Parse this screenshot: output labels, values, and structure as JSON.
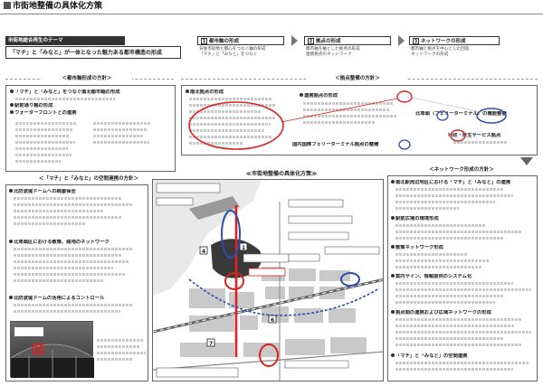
{
  "page": {
    "title": "市街地整備の具体化方策"
  },
  "theme": {
    "label": "市街地総合再生のテーマ",
    "text": "「マチ」と「みなと」が一体となった魅力ある都市構造の形成"
  },
  "steps": [
    {
      "num": "1",
      "label": "都市軸の形成",
      "desc": [
        "背後市街地と都心をつなぐ軸の形成",
        "「マチ」と「みなと」をつなぐ"
      ]
    },
    {
      "num": "2",
      "label": "拠点の形成",
      "desc": [
        "都市軸を軸とした拠点の形成",
        "連携拠点のネットワーク"
      ]
    },
    {
      "num": "3",
      "label": "ネットワークの形成",
      "desc": [
        "都市軸と拠点を中心とした回遊",
        "ネットワークの形成"
      ]
    }
  ],
  "sections": {
    "axis_policy": "＜都市軸形成の方針＞",
    "node_policy": "＜拠点整備の方針＞",
    "space_policy": "＜「マチ」と「みなと」の空間連携の方針＞",
    "network_policy": "＜ネットワーク形成の方針＞",
    "map_title": "≪市街地整備の具体化方策≫"
  },
  "axis_items": [
    {
      "text": "「マチ」と「みなと」をつなぐ南北都市軸の形成"
    },
    {
      "text": "駅前通り軸の形成"
    },
    {
      "text": "ウォーターフロントとの連携"
    }
  ],
  "node_items": [
    {
      "text": "南北拠点の形成"
    },
    {
      "text": "連携拠点の形成"
    },
    {
      "text": "北埠頭（フェリーターミナル）の機能整備"
    },
    {
      "text": "行政・厚生サービス拠点"
    },
    {
      "text": "国内国際フェリーターミナル拠点の整備"
    }
  ],
  "space_items": [
    {
      "text": "北防波堤ドームへの眺望保全"
    },
    {
      "text": "北埠頭区における散策、路地のネットワーク"
    },
    {
      "text": "北防波堤ドームの活用によるコントロール"
    }
  ],
  "network_items": [
    {
      "text": "南北駅周辺地区における「マチ」と「みなと」の連携"
    },
    {
      "text": "駅前広場の環境形成"
    },
    {
      "text": "散策ネットワーク形成"
    },
    {
      "text": "案内サイン、情報提供のシステム化"
    },
    {
      "text": "拠点間の連携および広域ネットワークの形成"
    },
    {
      "text": "「マチ」と「みなと」の空間連携"
    }
  ]
}
